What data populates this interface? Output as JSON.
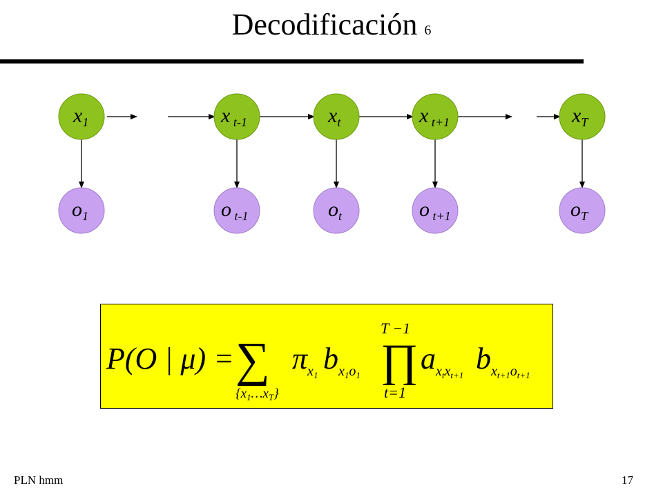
{
  "slide": {
    "title": "Decodificación",
    "title_number": "6",
    "footer_left": "PLN hmm",
    "footer_right": "17"
  },
  "colors": {
    "state_node": "#8dc21f",
    "observation_node": "#c8a2f0",
    "formula_bg": "#ffff00"
  },
  "states": [
    {
      "base": "x",
      "sub": "1"
    },
    {
      "base": "x",
      "sub": " t-1"
    },
    {
      "base": "x",
      "sub": "t"
    },
    {
      "base": "x",
      "sub": " t+1"
    },
    {
      "base": "x",
      "sub": "T"
    }
  ],
  "observations": [
    {
      "base": "o",
      "sub": "1"
    },
    {
      "base": "o",
      "sub": " t-1"
    },
    {
      "base": "o",
      "sub": "t"
    },
    {
      "base": "o",
      "sub": " t+1"
    },
    {
      "base": "o",
      "sub": "T"
    }
  ],
  "formula": {
    "lhs": "P(O | μ) =",
    "sum_symbol": "∑",
    "sum_lower": "{x",
    "sum_lower_sub1": "1",
    "sum_lower_mid": "…x",
    "sum_lower_sub2": "T",
    "sum_lower_close": "}",
    "pi": "π",
    "pi_sub": "x",
    "pi_sub_sub": "1",
    "b1": "b",
    "b1_sub": "x",
    "b1_sub_a": "1",
    "b1_sub_o": "o",
    "b1_sub_b": "1",
    "prod_symbol": "∏",
    "prod_upper": "T −1",
    "prod_lower": "t=1",
    "a": "a",
    "a_sub": "x",
    "a_sub_t": "t",
    "a_sub_x2": "x",
    "a_sub_t1": "t+1",
    "b2": "b",
    "b2_sub": "x",
    "b2_sub_t1": "t+1",
    "b2_sub_o": "o",
    "b2_sub_t2": "t+1"
  }
}
